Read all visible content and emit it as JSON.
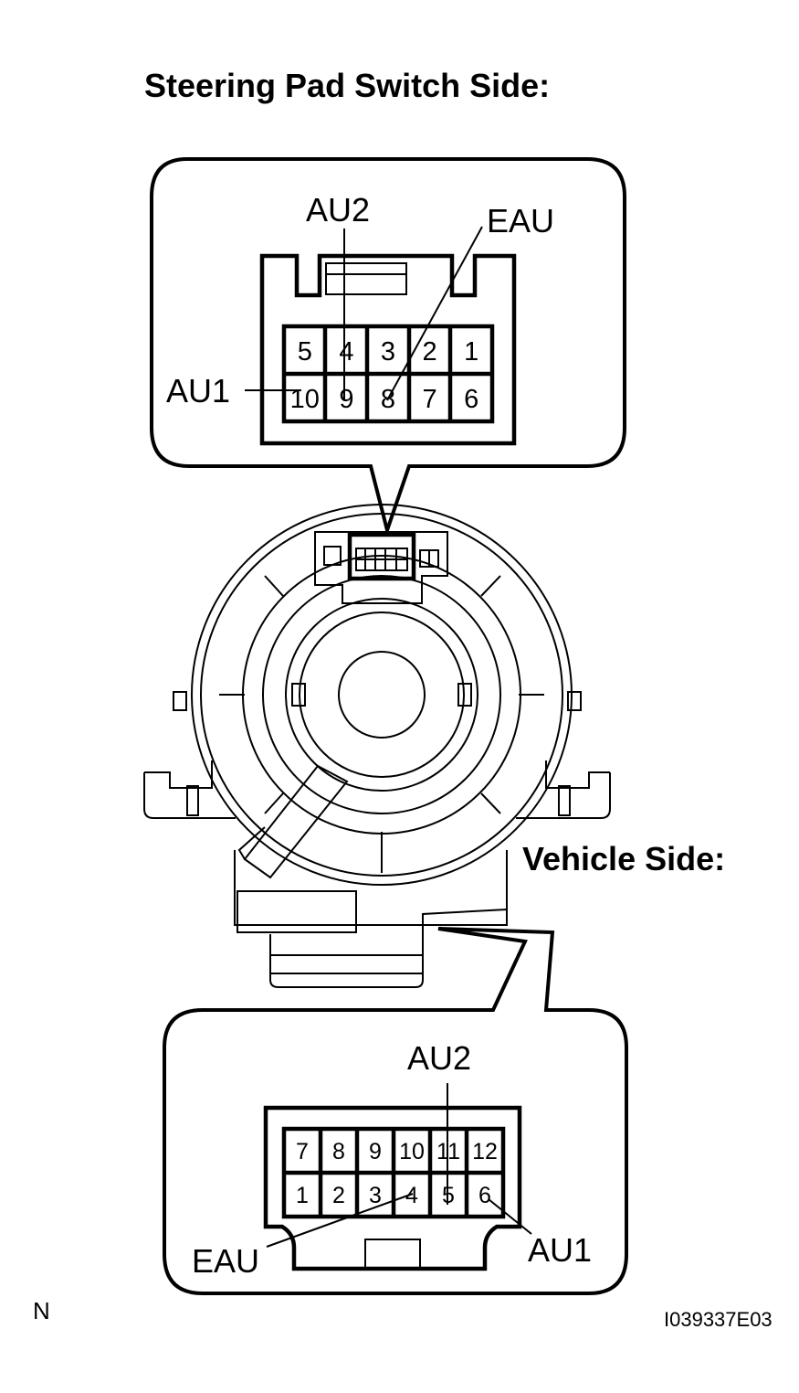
{
  "top_heading": "Steering Pad Switch Side:",
  "vehicle_heading": "Vehicle Side:",
  "steering_connector": {
    "labels": {
      "au2": "AU2",
      "eau": "EAU",
      "au1": "AU1"
    },
    "pins_top": [
      "5",
      "4",
      "3",
      "2",
      "1"
    ],
    "pins_bottom": [
      "10",
      "9",
      "8",
      "7",
      "6"
    ]
  },
  "vehicle_connector": {
    "labels": {
      "au2": "AU2",
      "eau": "EAU",
      "au1": "AU1"
    },
    "pins_top": [
      "7",
      "8",
      "9",
      "10",
      "11",
      "12"
    ],
    "pins_bottom": [
      "1",
      "2",
      "3",
      "4",
      "5",
      "6"
    ]
  },
  "footer": {
    "left": "N",
    "right": "I039337E03"
  }
}
